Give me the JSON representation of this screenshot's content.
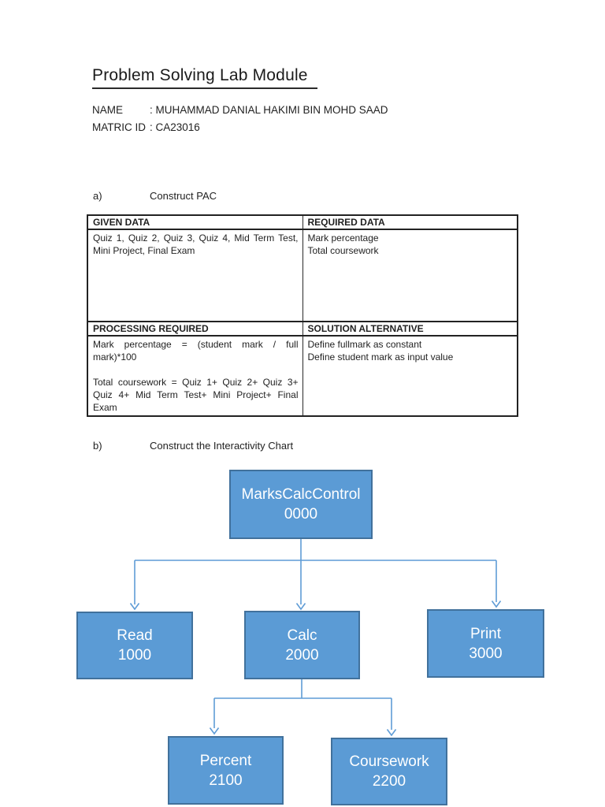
{
  "document": {
    "title": "Problem Solving Lab Module",
    "student": {
      "name_label": "NAME",
      "name_value": ": MUHAMMAD DANIAL HAKIMI BIN MOHD SAAD",
      "matric_label": "MATRIC ID",
      "matric_value": ": CA23016"
    },
    "section_a": {
      "marker": "a)",
      "heading": "Construct PAC"
    },
    "section_b": {
      "marker": "b)",
      "heading": "Construct the Interactivity Chart"
    },
    "pac_table": {
      "given_header": "GIVEN DATA",
      "required_header": "REQUIRED DATA",
      "given_data": "Quiz 1, Quiz 2, Quiz 3, Quiz 4, Mid Term Test, Mini Project, Final Exam",
      "required_data": [
        "Mark percentage",
        "Total coursework"
      ],
      "processing_header": "PROCESSING REQUIRED",
      "solution_header": "SOLUTION ALTERNATIVE",
      "processing_lines": [
        "Mark percentage = (student mark / full mark)*100",
        "Total coursework = Quiz 1+ Quiz 2+ Quiz 3+ Quiz 4+ Mid Term Test+ Mini Project+ Final Exam"
      ],
      "solution_lines": [
        "Define fullmark as constant",
        "Define student mark as input value"
      ]
    },
    "interactivity_chart": {
      "colors": {
        "box_fill": "#5b9bd5",
        "box_border": "#41719c",
        "connector": "#5f9cd6",
        "text": "#ffffff"
      },
      "nodes": {
        "control": {
          "label": "MarksCalcControl",
          "number": "0000"
        },
        "read": {
          "label": "Read",
          "number": "1000"
        },
        "calc": {
          "label": "Calc",
          "number": "2000"
        },
        "print": {
          "label": "Print",
          "number": "3000"
        },
        "percent": {
          "label": "Percent",
          "number": "2100"
        },
        "coursework": {
          "label": "Coursework",
          "number": "2200"
        }
      }
    }
  }
}
